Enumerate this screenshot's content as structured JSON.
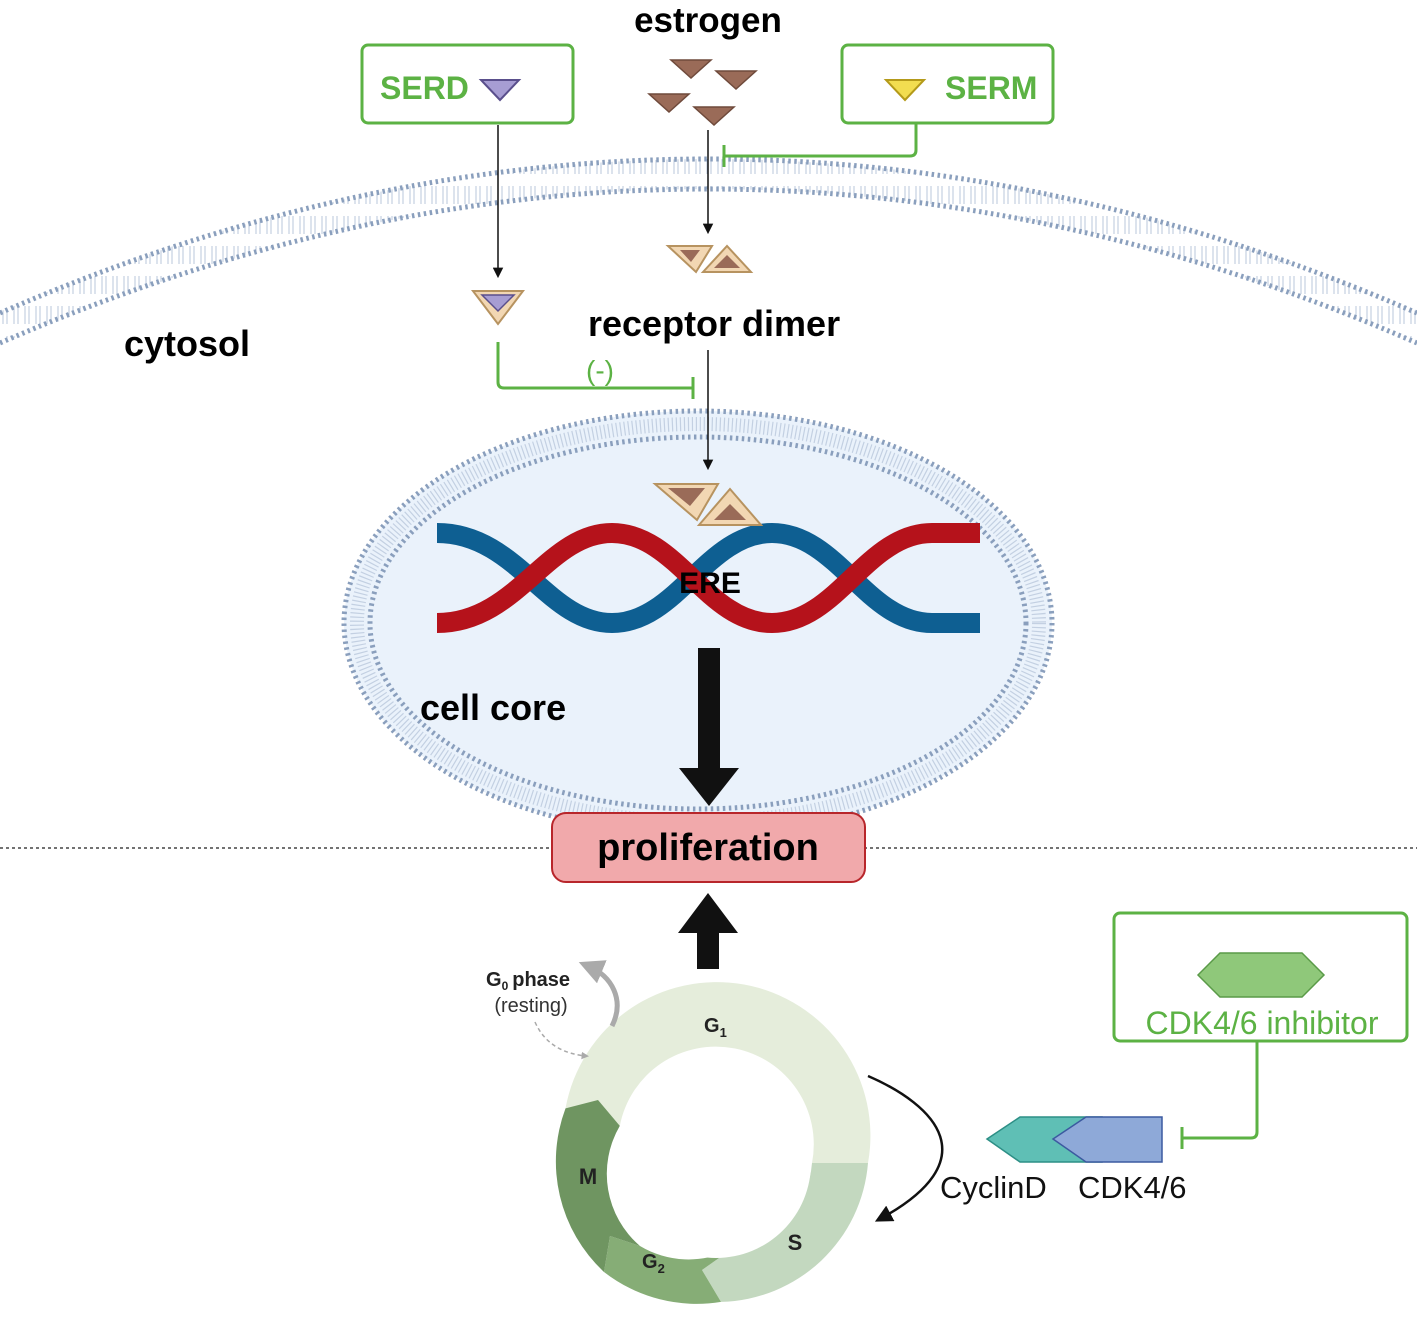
{
  "labels": {
    "estrogen": "estrogen",
    "serd": "SERD",
    "serm": "SERM",
    "cytosol": "cytosol",
    "receptor_dimer": "receptor dimer",
    "minus": "(-)",
    "ere": "ERE",
    "cell_core": "cell core",
    "proliferation": "proliferation",
    "g0_main": "G",
    "g0_sub": "0",
    "g0_phase": "phase",
    "g0_resting": "(resting)",
    "g1_main": "G",
    "g1_sub": "1",
    "g2_main": "G",
    "g2_sub": "2",
    "m": "M",
    "s": "S",
    "cdk_inhibitor": "CDK4/6 inhibitor",
    "cyclind": "CyclinD",
    "cdk46": "CDK4/6"
  },
  "colors": {
    "green_box": "#5cb244",
    "serd_triangle": "#a79dd3",
    "serm_triangle": "#f2dd50",
    "estrogen_triangle": "#9a6b58",
    "receptor_tan": "#f2d7b3",
    "dna_red": "#b5121b",
    "dna_blue": "#0e5f92",
    "nucleus_fill": "#eaf2fb",
    "membrane": "#8a9fbd",
    "proliferation_fill": "#f1a9ab",
    "proliferation_stroke": "#b8262b",
    "g1_ring": "#e5eddb",
    "s_ring": "#c3d8bf",
    "g2_ring": "#86ad76",
    "m_ring": "#6f9561",
    "cyclin_teal": "#5fbfb5",
    "cdk_blue": "#8ea9d8",
    "inhibitor_hex": "#8fc87a"
  }
}
